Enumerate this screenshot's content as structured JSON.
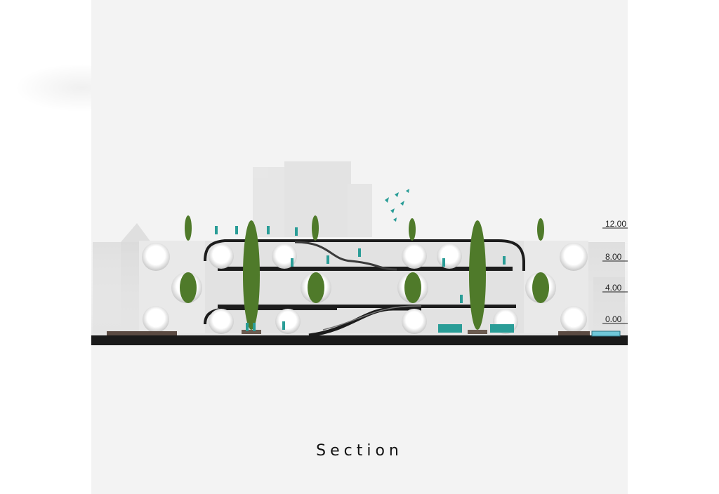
{
  "title": "Section",
  "levels": [
    {
      "label": "12.00",
      "elevation": 12
    },
    {
      "label": "8.00",
      "elevation": 8
    },
    {
      "label": "4.00",
      "elevation": 4
    },
    {
      "label": "0.00",
      "elevation": 0
    }
  ],
  "colors": {
    "background": "#f3f3f3",
    "slab": "#1c1c1c",
    "people": "#2a9d97",
    "trees": "#4f7a2a",
    "ground": "#1a1a1a",
    "facade": "#e6e6e6",
    "water": "#6fc7d9"
  }
}
